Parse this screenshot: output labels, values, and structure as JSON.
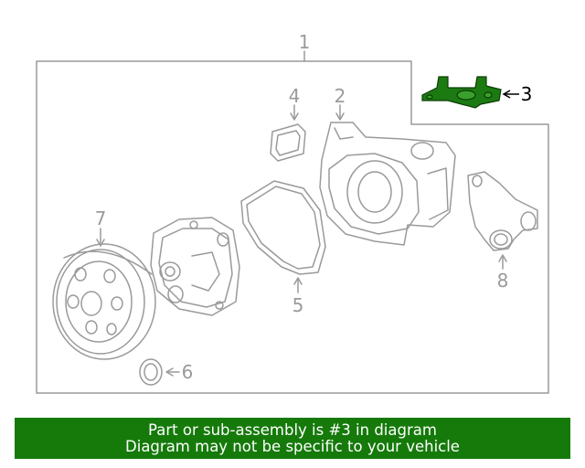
{
  "diagram": {
    "callouts": {
      "c1": "1",
      "c2": "2",
      "c3": "3",
      "c4": "4",
      "c5": "5",
      "c6": "6",
      "c7": "7",
      "c8": "8"
    },
    "highlighted_part": "3",
    "colors": {
      "line": "#9a9a9a",
      "highlight_fill": "#1c7a12",
      "highlight_label": "#000000"
    }
  },
  "banner": {
    "line1": "Part or sub-assembly is #3 in diagram",
    "line2": "Diagram may not be specific to your vehicle",
    "background": "#157a0a",
    "text_color": "#ffffff"
  }
}
